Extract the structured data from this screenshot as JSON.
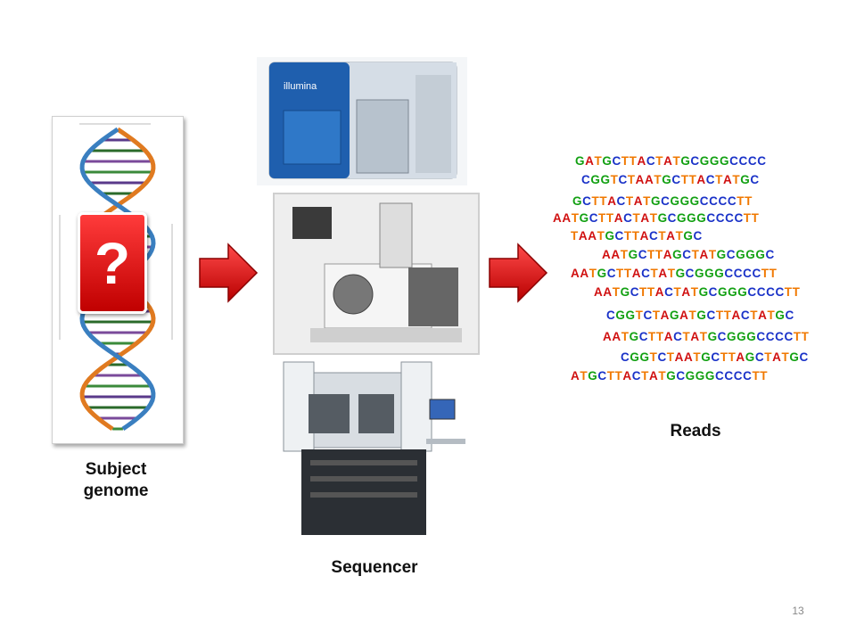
{
  "labels": {
    "question_mark": "?",
    "subject_genome": "Subject\ngenome",
    "sequencer": "Sequencer",
    "reads": "Reads",
    "slide_number": "13",
    "machine_brand": "illumina"
  },
  "base_colors": {
    "A": "#d01010",
    "C": "#1a32c8",
    "G": "#12a012",
    "T": "#f07800"
  },
  "icons": {
    "arrow": "right-arrow-icon",
    "dna": "dna-double-helix-icon"
  },
  "reads": [
    "GATGCTTACTATGCGGGCCCC",
    "CGGTCTAATGCTTACTATGC",
    "GCTTACTATGCGGGCCCCTT",
    "AATGCTTACTATGCGGGCCCCTT",
    "TAATGCTTACTATGC",
    "AATGCTTAGCTATGCGGGC",
    "AATGCTTACTATGCGGGCCCCTT",
    "AATGCTTACTATGCGGGCCCCTT",
    "CGGTCTAGATGCTTACTATGC",
    "AATGCTTACTATGCGGGCCCCTT",
    "CGGTCTAATGCTTAGCTATGC",
    "ATGCTTACTATGCGGGCCCCTT"
  ]
}
